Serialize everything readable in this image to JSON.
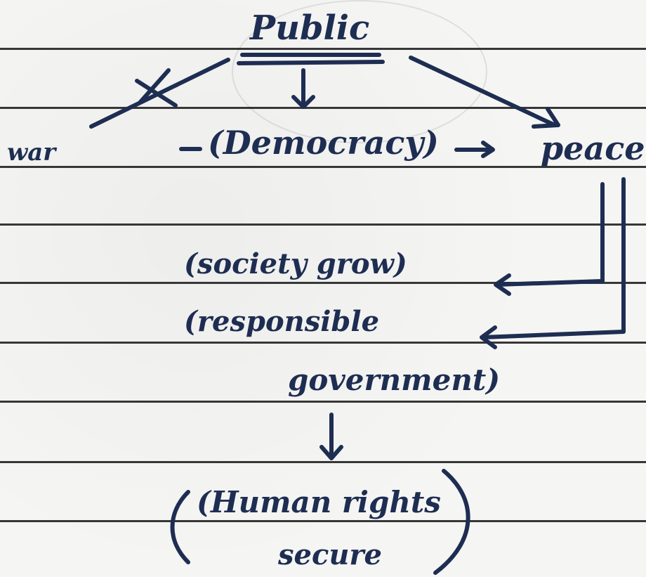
{
  "notes": {
    "top": "Public",
    "left": "war",
    "center": "(Democracy)",
    "right": "peace",
    "line1": "(society grow)",
    "line2": "(responsible",
    "line3": "government)",
    "line4": "(Human rights",
    "line5": "secure"
  },
  "colors": {
    "ink": "#1e2d52",
    "rule": "#222222",
    "paper": "#f5f5f3"
  }
}
